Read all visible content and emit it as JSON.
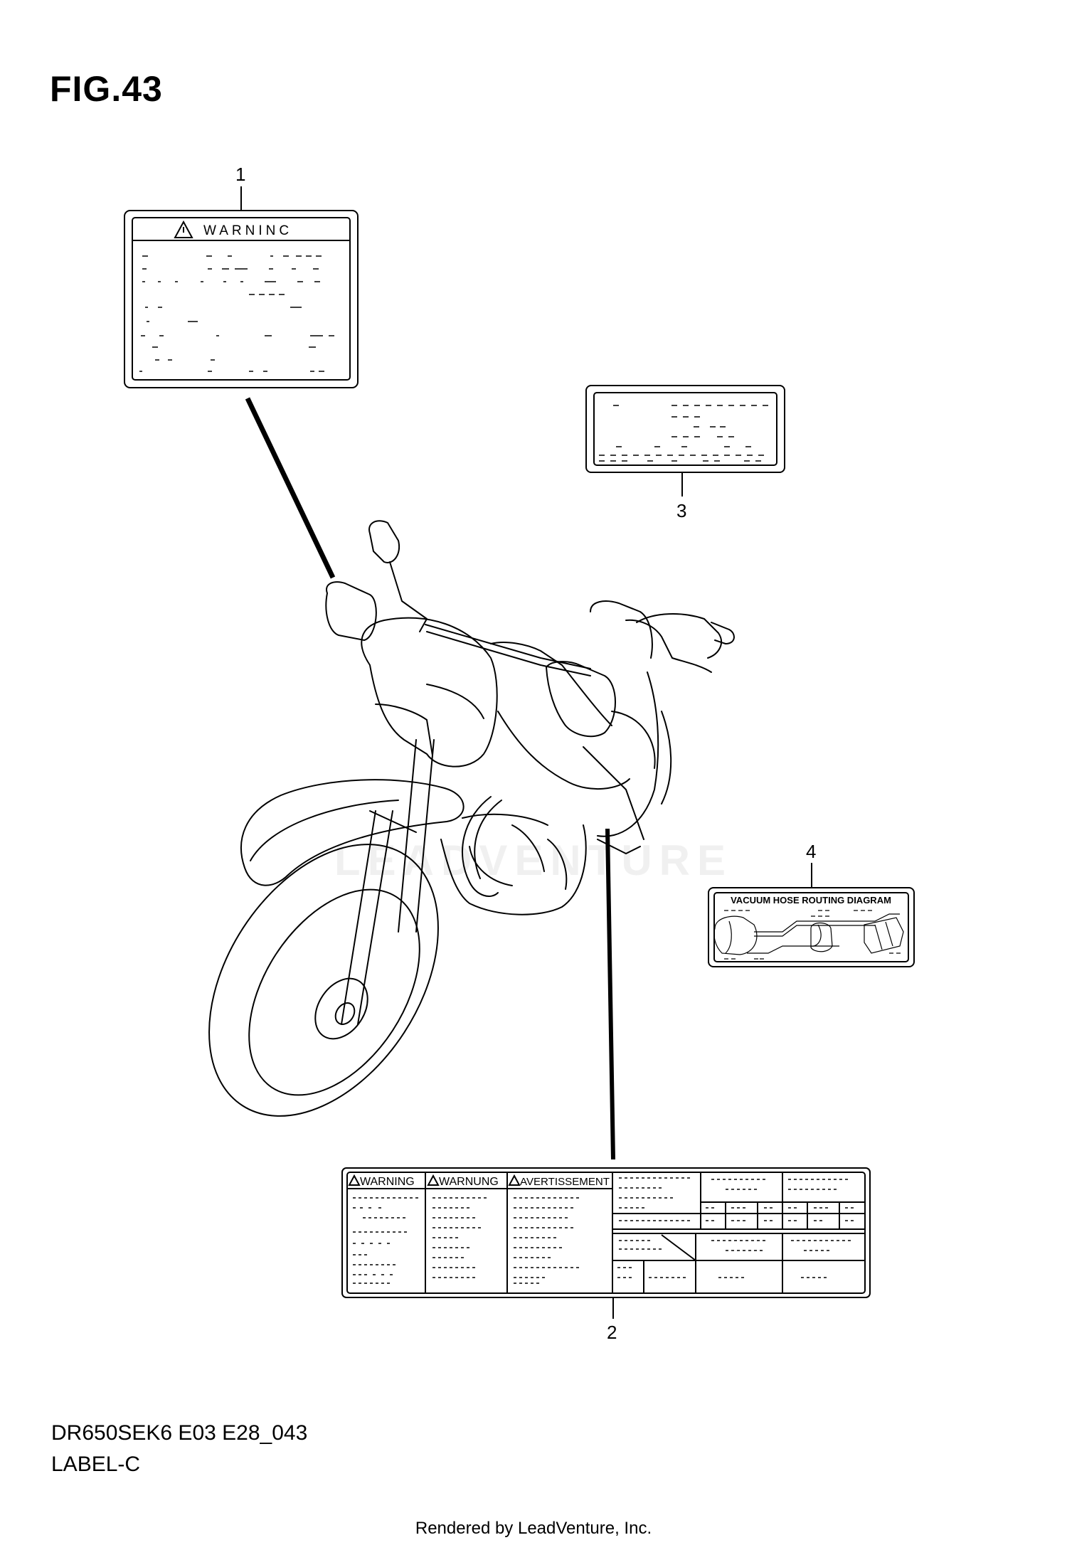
{
  "figure": {
    "title": "FIG.43"
  },
  "callouts": [
    "1",
    "2",
    "3",
    "4"
  ],
  "label1": {
    "heading": "WARNINC"
  },
  "label2": {
    "headings": [
      "WARNING",
      "WARNUNG",
      "AVERTISSEMENT"
    ]
  },
  "label4": {
    "title": "VACUUM HOSE ROUTING DIAGRAM"
  },
  "watermark": "LEADVENTURE",
  "footer": {
    "model_code": "DR650SEK6 E03 E28_043",
    "section": "LABEL-C"
  },
  "credit": "Rendered by LeadVenture, Inc."
}
